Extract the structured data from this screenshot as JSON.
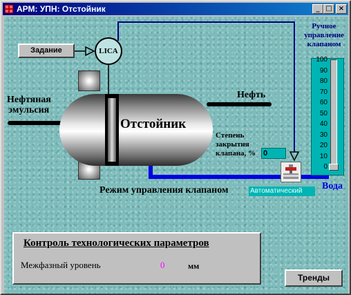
{
  "window": {
    "title": "АРМ: УПН: Отстойник",
    "minimize": "_",
    "maximize": "□",
    "close": "×"
  },
  "controls": {
    "setpoint_button": "Задание",
    "lica_label": "LICA",
    "trends_button": "Тренды"
  },
  "process": {
    "vessel_name": "Отстойник",
    "inlet_label": "Нефтяная эмульсия",
    "inlet_line1": "Нефтяная",
    "inlet_line2": "эмульсия",
    "oil_outlet_label": "Нефть",
    "water_outlet_label": "Вода",
    "valve_opening_line1": "Степень",
    "valve_opening_line2": "закрытия",
    "valve_opening_line3": "клапана, %",
    "valve_opening_value": "0",
    "valve_mode_label": "Режим управления клапаном",
    "valve_mode_value": "Автоматический"
  },
  "manual_control": {
    "title_line1": "Ручное",
    "title_line2": "управление",
    "title_line3": "клапаном",
    "scale": [
      "100",
      "90",
      "80",
      "70",
      "60",
      "50",
      "40",
      "30",
      "20",
      "10",
      "0"
    ],
    "value": 0
  },
  "monitoring": {
    "title": "Контроль технологических параметров",
    "interface_level_label": "Межфазный уровень",
    "interface_level_value": "0",
    "interface_level_unit": "мм"
  },
  "colors": {
    "background": "#7ebcbc",
    "water_line": "#0000e0",
    "signal_line": "#000080",
    "cyan_field": "#00b4b4",
    "value_magenta": "#ff00ff"
  }
}
